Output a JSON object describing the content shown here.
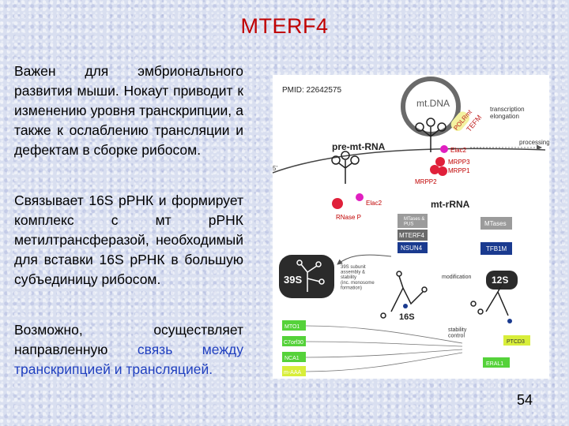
{
  "slide": {
    "title": "MTERF4",
    "paragraph1": "Важен для эмбрионального развития мыши. Нокаут приводит к изменению уровня транскрипции, а также к ослаблению трансляции и дефектам в сборке рибосом.",
    "paragraph2": "Связывает 16S рРНК и формирует комплекс с мт рРНК метилтрансферазой, необходимый для вставки 16S рРНК в большую субъединицу рибосом.",
    "paragraph3_black": "Возможно, осуществляет направленную ",
    "paragraph3_blue": "связь между транскрипцией и трансляцией.",
    "page_number": "54"
  },
  "figure": {
    "pmid": "PMID: 22642575",
    "mtdna": "mt.DNA",
    "polrmt": "POLRmt",
    "tefm": "TEFM",
    "transcription_elongation": "transcription\nelongation",
    "pre_mt_rna": "pre-mt-RNA",
    "processing": "processing",
    "elac2_top": "Elac2",
    "mrpp3": "MRPP3",
    "mrpp1": "MRPP1",
    "mrpp2": "MRPP2",
    "five_prime": "5'",
    "elac2_bottom": "Elac2",
    "rnasep": "RNase P",
    "mt_rrna": "mt-rRNA",
    "mtases_pus": "MTases &\nPUS",
    "mterf4": "MTERF4",
    "nsun4": "NSUN4",
    "mtases": "MTases",
    "tfb1m": "TFB1M",
    "s39": "39S",
    "s39_note": "39S subunit\nassembly &\nstability\n(inc. monosome\nformation)",
    "modification": "modification",
    "s12": "12S",
    "s16": "16S",
    "mto1": "MTO1",
    "c7orf30": "C7orf30",
    "nca1": "NCA1",
    "mlm": "m-AAA",
    "stability_control": "stability\ncontrol",
    "ptcd3": "PTCD3",
    "eral1": "ERAL1",
    "colors": {
      "accent_red": "#c00000",
      "blue_text": "#1f3fbf",
      "dark_box": "#2b2b2b",
      "green_box": "#55d23a",
      "yellow_box": "#d8ee3a",
      "blue_box": "#1a3a8f",
      "magenta": "#e020c0",
      "protein_red": "#e0203a"
    }
  }
}
